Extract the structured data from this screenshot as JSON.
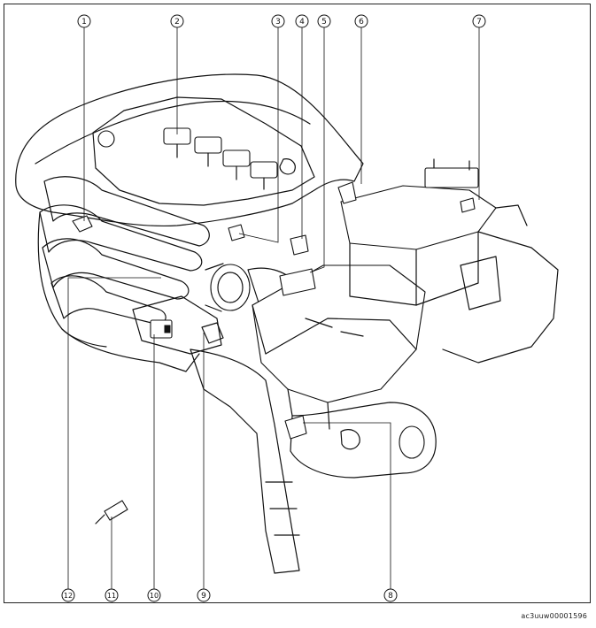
{
  "figure": {
    "code": "ac3uuw00001596"
  },
  "callouts": [
    {
      "label": "1"
    },
    {
      "label": "2"
    },
    {
      "label": "3"
    },
    {
      "label": "4"
    },
    {
      "label": "5"
    },
    {
      "label": "6"
    },
    {
      "label": "7"
    },
    {
      "label": "8"
    },
    {
      "label": "9"
    },
    {
      "label": "10"
    },
    {
      "label": "11"
    },
    {
      "label": "12"
    }
  ]
}
